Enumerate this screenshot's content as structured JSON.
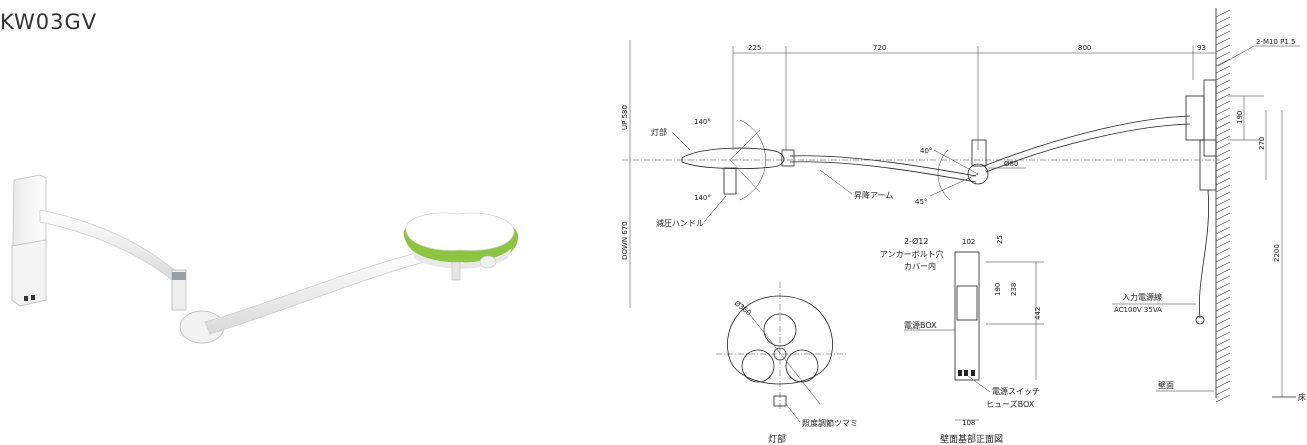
{
  "model": "KW03GV",
  "labels": {
    "light_head": "灯部",
    "dimmer_handle": "減圧ハンドル",
    "lift_arm": "昇降アーム",
    "bolt_qty": "2-Ø12",
    "anchor_1": "アンカーボルト穴",
    "anchor_2": "カバー内",
    "power_box": "電源BOX",
    "power_cable": "入力電源線",
    "power_rating": "AC100V 35VA",
    "power_switch": "電源スイッチ",
    "fuse_box": "ヒューズBOX",
    "wall": "壁面",
    "floor": "床",
    "bolt_spec": "2-M10 P1.5",
    "knob": "照度調節ツマミ",
    "caption_head": "灯部",
    "caption_wall": "壁面基部正面図"
  },
  "dims": {
    "d225": "225",
    "d720": "720",
    "d800": "800",
    "d93": "93",
    "up": "UP 580",
    "down": "DOWN 670",
    "a140_top": "140°",
    "a140_bot": "140°",
    "a40": "40°",
    "a45": "45°",
    "dia80": "Ø80",
    "d190_top": "190",
    "d270": "270",
    "d2200": "2200",
    "d102": "102",
    "d25": "25",
    "d190": "190",
    "d238": "238",
    "d442": "442",
    "d108": "108",
    "dia360": "Ø360"
  },
  "colors": {
    "accent_green": "#8cc63f",
    "line": "#222222"
  }
}
